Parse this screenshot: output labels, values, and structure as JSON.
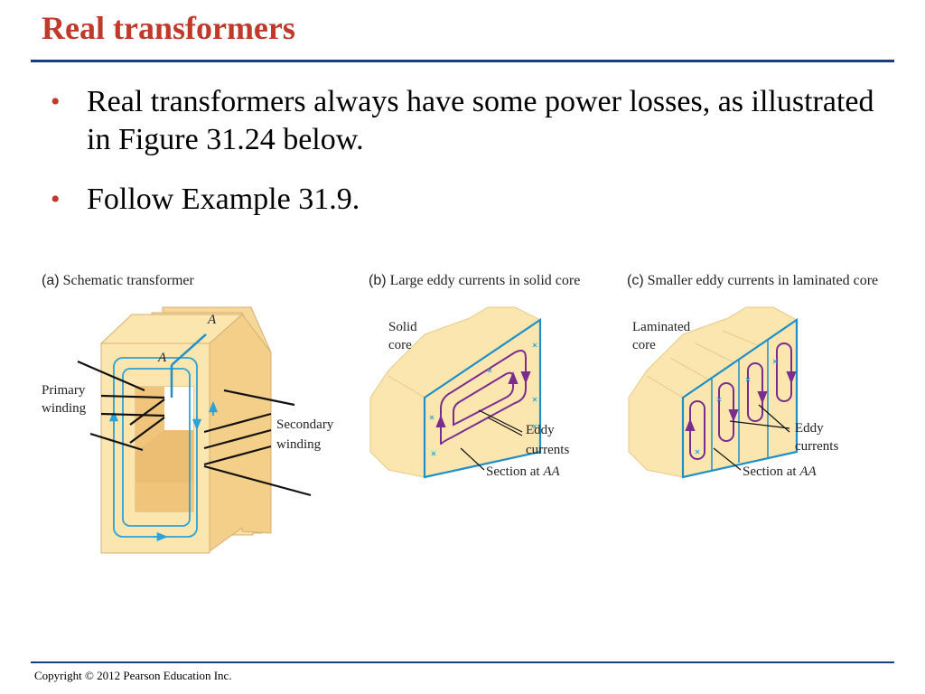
{
  "slide": {
    "title": "Real transformers",
    "bullets": [
      "Real transformers always have some power losses, as illustrated in Figure 31.24 below.",
      "Follow Example 31.9."
    ],
    "footer": "Copyright © 2012 Pearson Education Inc."
  },
  "figure": {
    "panel_a": {
      "tag": "(a)",
      "caption": "Schematic transformer",
      "labels": {
        "primary_1": "Primary",
        "primary_2": "winding",
        "secondary_1": "Secondary",
        "secondary_2": "winding",
        "a_top": "A",
        "a_mid": "A"
      }
    },
    "panel_b": {
      "tag": "(b)",
      "caption": "Large eddy currents in solid core",
      "labels": {
        "core_1": "Solid",
        "core_2": "core",
        "eddy_1": "Eddy",
        "eddy_2": "currents",
        "section": "Section at ",
        "section_aa": "AA"
      }
    },
    "panel_c": {
      "tag": "(c)",
      "caption": "Smaller eddy currents in laminated core",
      "labels": {
        "core_1": "Laminated",
        "core_2": "core",
        "eddy_1": "Eddy",
        "eddy_2": "currents",
        "section": "Section at ",
        "section_aa": "AA"
      }
    },
    "colors": {
      "core_fill": "#fbe6b0",
      "core_edge": "#e8c98a",
      "field_line": "#2aa3d8",
      "eddy": "#7b2d8e",
      "section_edge": "#1f8fc7",
      "title": "#c0392b",
      "rule": "#1a3d7c"
    }
  }
}
